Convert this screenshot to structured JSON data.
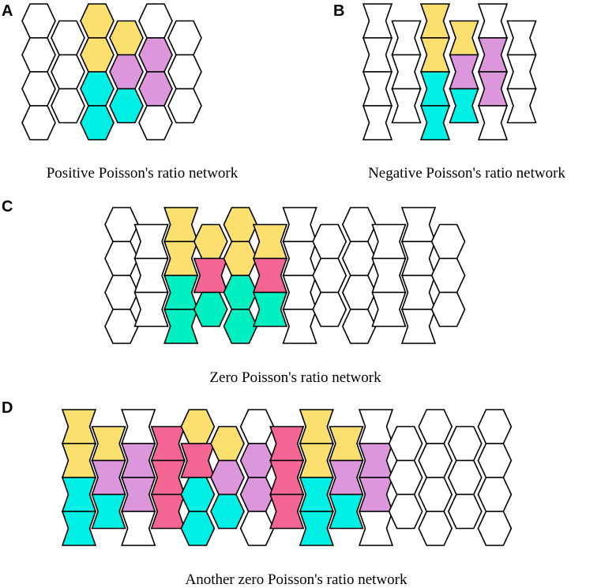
{
  "colors": {
    "white": "#ffffff",
    "yellow": "#fbe06f",
    "purple": "#dc97dc",
    "cyan": "#00f0e6",
    "pink": "#f36592",
    "teal": "#00f0c2",
    "stroke": "#000000"
  },
  "panels": {
    "A": {
      "letter": "A",
      "caption": "Positive Poisson's ratio network",
      "cells": [
        {
          "col": 0,
          "row": 0,
          "shape": "hex",
          "fill": "white"
        },
        {
          "col": 0,
          "row": 1,
          "shape": "hex",
          "fill": "white"
        },
        {
          "col": 0,
          "row": 2,
          "shape": "hex",
          "fill": "white"
        },
        {
          "col": 0,
          "row": 3,
          "shape": "hex",
          "fill": "white"
        },
        {
          "col": 1,
          "row": 0,
          "shape": "hex",
          "fill": "white"
        },
        {
          "col": 1,
          "row": 1,
          "shape": "hex",
          "fill": "white"
        },
        {
          "col": 1,
          "row": 2,
          "shape": "hex",
          "fill": "white"
        },
        {
          "col": 2,
          "row": 0,
          "shape": "hex",
          "fill": "yellow"
        },
        {
          "col": 2,
          "row": 1,
          "shape": "hex",
          "fill": "yellow"
        },
        {
          "col": 2,
          "row": 2,
          "shape": "hex",
          "fill": "cyan"
        },
        {
          "col": 2,
          "row": 3,
          "shape": "hex",
          "fill": "cyan"
        },
        {
          "col": 3,
          "row": 0,
          "shape": "hex",
          "fill": "yellow"
        },
        {
          "col": 3,
          "row": 1,
          "shape": "hex",
          "fill": "purple"
        },
        {
          "col": 3,
          "row": 2,
          "shape": "hex",
          "fill": "cyan"
        },
        {
          "col": 4,
          "row": 0,
          "shape": "hex",
          "fill": "white"
        },
        {
          "col": 4,
          "row": 1,
          "shape": "hex",
          "fill": "purple"
        },
        {
          "col": 4,
          "row": 2,
          "shape": "hex",
          "fill": "purple"
        },
        {
          "col": 4,
          "row": 3,
          "shape": "hex",
          "fill": "white"
        },
        {
          "col": 5,
          "row": 0,
          "shape": "hex",
          "fill": "white"
        },
        {
          "col": 5,
          "row": 1,
          "shape": "hex",
          "fill": "white"
        },
        {
          "col": 5,
          "row": 2,
          "shape": "hex",
          "fill": "white"
        }
      ]
    },
    "B": {
      "letter": "B",
      "caption": "Negative Poisson's ratio network",
      "cells": [
        {
          "col": 0,
          "row": 0,
          "shape": "bowtie",
          "fill": "white"
        },
        {
          "col": 0,
          "row": 1,
          "shape": "bowtie",
          "fill": "white"
        },
        {
          "col": 0,
          "row": 2,
          "shape": "bowtie",
          "fill": "white"
        },
        {
          "col": 0,
          "row": 3,
          "shape": "bowtie",
          "fill": "white"
        },
        {
          "col": 1,
          "row": 0,
          "shape": "bowtie",
          "fill": "white"
        },
        {
          "col": 1,
          "row": 1,
          "shape": "bowtie",
          "fill": "white"
        },
        {
          "col": 1,
          "row": 2,
          "shape": "bowtie",
          "fill": "white"
        },
        {
          "col": 2,
          "row": 0,
          "shape": "bowtie",
          "fill": "yellow"
        },
        {
          "col": 2,
          "row": 1,
          "shape": "bowtie",
          "fill": "yellow"
        },
        {
          "col": 2,
          "row": 2,
          "shape": "bowtie",
          "fill": "cyan"
        },
        {
          "col": 2,
          "row": 3,
          "shape": "bowtie",
          "fill": "cyan"
        },
        {
          "col": 3,
          "row": 0,
          "shape": "bowtie",
          "fill": "yellow"
        },
        {
          "col": 3,
          "row": 1,
          "shape": "bowtie",
          "fill": "purple"
        },
        {
          "col": 3,
          "row": 2,
          "shape": "bowtie",
          "fill": "cyan"
        },
        {
          "col": 4,
          "row": 0,
          "shape": "bowtie",
          "fill": "white"
        },
        {
          "col": 4,
          "row": 1,
          "shape": "bowtie",
          "fill": "purple"
        },
        {
          "col": 4,
          "row": 2,
          "shape": "bowtie",
          "fill": "purple"
        },
        {
          "col": 4,
          "row": 3,
          "shape": "bowtie",
          "fill": "white"
        },
        {
          "col": 5,
          "row": 0,
          "shape": "bowtie",
          "fill": "white"
        },
        {
          "col": 5,
          "row": 1,
          "shape": "bowtie",
          "fill": "white"
        },
        {
          "col": 5,
          "row": 2,
          "shape": "bowtie",
          "fill": "white"
        }
      ]
    },
    "C": {
      "letter": "C",
      "caption": "Zero Poisson's ratio network",
      "cells": [
        {
          "col": 0,
          "row": 0,
          "shape": "hex",
          "fill": "white"
        },
        {
          "col": 0,
          "row": 1,
          "shape": "hex",
          "fill": "white"
        },
        {
          "col": 0,
          "row": 2,
          "shape": "hex",
          "fill": "white"
        },
        {
          "col": 0,
          "row": 3,
          "shape": "hex",
          "fill": "white"
        },
        {
          "col": 1,
          "row": 0,
          "shape": "bowtie",
          "fill": "white"
        },
        {
          "col": 1,
          "row": 1,
          "shape": "bowtie",
          "fill": "white"
        },
        {
          "col": 1,
          "row": 2,
          "shape": "bowtie",
          "fill": "white"
        },
        {
          "col": 2,
          "row": 0,
          "shape": "bowtie",
          "fill": "yellow"
        },
        {
          "col": 2,
          "row": 1,
          "shape": "bowtie",
          "fill": "yellow"
        },
        {
          "col": 2,
          "row": 2,
          "shape": "bowtie",
          "fill": "teal"
        },
        {
          "col": 2,
          "row": 3,
          "shape": "bowtie",
          "fill": "teal"
        },
        {
          "col": 3,
          "row": 0,
          "shape": "hex",
          "fill": "yellow"
        },
        {
          "col": 3,
          "row": 1,
          "shape": "bowtie",
          "fill": "pink"
        },
        {
          "col": 3,
          "row": 2,
          "shape": "hex",
          "fill": "teal"
        },
        {
          "col": 4,
          "row": 0,
          "shape": "hex",
          "fill": "yellow"
        },
        {
          "col": 4,
          "row": 1,
          "shape": "hex",
          "fill": "yellow"
        },
        {
          "col": 4,
          "row": 2,
          "shape": "hex",
          "fill": "teal"
        },
        {
          "col": 4,
          "row": 3,
          "shape": "hex",
          "fill": "teal"
        },
        {
          "col": 5,
          "row": 0,
          "shape": "bowtie",
          "fill": "yellow"
        },
        {
          "col": 5,
          "row": 1,
          "shape": "bowtie",
          "fill": "pink"
        },
        {
          "col": 5,
          "row": 2,
          "shape": "bowtie",
          "fill": "teal"
        },
        {
          "col": 6,
          "row": 0,
          "shape": "bowtie",
          "fill": "white"
        },
        {
          "col": 6,
          "row": 1,
          "shape": "bowtie",
          "fill": "white"
        },
        {
          "col": 6,
          "row": 2,
          "shape": "bowtie",
          "fill": "white"
        },
        {
          "col": 6,
          "row": 3,
          "shape": "bowtie",
          "fill": "white"
        },
        {
          "col": 7,
          "row": 0,
          "shape": "hex",
          "fill": "white"
        },
        {
          "col": 7,
          "row": 1,
          "shape": "hex",
          "fill": "white"
        },
        {
          "col": 7,
          "row": 2,
          "shape": "hex",
          "fill": "white"
        },
        {
          "col": 8,
          "row": 0,
          "shape": "hex",
          "fill": "white"
        },
        {
          "col": 8,
          "row": 1,
          "shape": "hex",
          "fill": "white"
        },
        {
          "col": 8,
          "row": 2,
          "shape": "hex",
          "fill": "white"
        },
        {
          "col": 8,
          "row": 3,
          "shape": "hex",
          "fill": "white"
        },
        {
          "col": 9,
          "row": 0,
          "shape": "bowtie",
          "fill": "white"
        },
        {
          "col": 9,
          "row": 1,
          "shape": "bowtie",
          "fill": "white"
        },
        {
          "col": 9,
          "row": 2,
          "shape": "bowtie",
          "fill": "white"
        },
        {
          "col": 10,
          "row": 0,
          "shape": "bowtie",
          "fill": "white"
        },
        {
          "col": 10,
          "row": 1,
          "shape": "bowtie",
          "fill": "white"
        },
        {
          "col": 10,
          "row": 2,
          "shape": "bowtie",
          "fill": "white"
        },
        {
          "col": 10,
          "row": 3,
          "shape": "bowtie",
          "fill": "white"
        },
        {
          "col": 11,
          "row": 0,
          "shape": "hex",
          "fill": "white"
        },
        {
          "col": 11,
          "row": 1,
          "shape": "hex",
          "fill": "white"
        },
        {
          "col": 11,
          "row": 2,
          "shape": "hex",
          "fill": "white"
        }
      ]
    },
    "D": {
      "letter": "D",
      "caption": "Another zero Poisson's ratio network",
      "cells": [
        {
          "col": 0,
          "row": 0,
          "shape": "bowtie",
          "fill": "yellow"
        },
        {
          "col": 0,
          "row": 1,
          "shape": "bowtie",
          "fill": "yellow"
        },
        {
          "col": 0,
          "row": 2,
          "shape": "bowtie",
          "fill": "cyan"
        },
        {
          "col": 0,
          "row": 3,
          "shape": "bowtie",
          "fill": "cyan"
        },
        {
          "col": 1,
          "row": 0,
          "shape": "bowtie",
          "fill": "yellow"
        },
        {
          "col": 1,
          "row": 1,
          "shape": "bowtie",
          "fill": "purple"
        },
        {
          "col": 1,
          "row": 2,
          "shape": "bowtie",
          "fill": "cyan"
        },
        {
          "col": 2,
          "row": 0,
          "shape": "bowtie",
          "fill": "white"
        },
        {
          "col": 2,
          "row": 1,
          "shape": "bowtie",
          "fill": "purple"
        },
        {
          "col": 2,
          "row": 2,
          "shape": "bowtie",
          "fill": "purple"
        },
        {
          "col": 2,
          "row": 3,
          "shape": "bowtie",
          "fill": "white"
        },
        {
          "col": 3,
          "row": 0,
          "shape": "bowtie",
          "fill": "pink"
        },
        {
          "col": 3,
          "row": 1,
          "shape": "bowtie",
          "fill": "pink"
        },
        {
          "col": 3,
          "row": 2,
          "shape": "bowtie",
          "fill": "pink"
        },
        {
          "col": 4,
          "row": 0,
          "shape": "hex",
          "fill": "yellow"
        },
        {
          "col": 4,
          "row": 1,
          "shape": "bowtie",
          "fill": "pink"
        },
        {
          "col": 4,
          "row": 2,
          "shape": "hex",
          "fill": "cyan"
        },
        {
          "col": 4,
          "row": 3,
          "shape": "hex",
          "fill": "cyan"
        },
        {
          "col": 5,
          "row": 0,
          "shape": "hex",
          "fill": "yellow"
        },
        {
          "col": 5,
          "row": 1,
          "shape": "hex",
          "fill": "purple"
        },
        {
          "col": 5,
          "row": 2,
          "shape": "hex",
          "fill": "cyan"
        },
        {
          "col": 6,
          "row": 0,
          "shape": "hex",
          "fill": "white"
        },
        {
          "col": 6,
          "row": 1,
          "shape": "hex",
          "fill": "purple"
        },
        {
          "col": 6,
          "row": 2,
          "shape": "hex",
          "fill": "purple"
        },
        {
          "col": 6,
          "row": 3,
          "shape": "hex",
          "fill": "white"
        },
        {
          "col": 7,
          "row": 0,
          "shape": "bowtie",
          "fill": "pink"
        },
        {
          "col": 7,
          "row": 1,
          "shape": "bowtie",
          "fill": "pink"
        },
        {
          "col": 7,
          "row": 2,
          "shape": "bowtie",
          "fill": "pink"
        },
        {
          "col": 8,
          "row": 0,
          "shape": "bowtie",
          "fill": "yellow"
        },
        {
          "col": 8,
          "row": 1,
          "shape": "bowtie",
          "fill": "yellow"
        },
        {
          "col": 8,
          "row": 2,
          "shape": "bowtie",
          "fill": "cyan"
        },
        {
          "col": 8,
          "row": 3,
          "shape": "bowtie",
          "fill": "cyan"
        },
        {
          "col": 9,
          "row": 0,
          "shape": "bowtie",
          "fill": "yellow"
        },
        {
          "col": 9,
          "row": 1,
          "shape": "bowtie",
          "fill": "purple"
        },
        {
          "col": 9,
          "row": 2,
          "shape": "bowtie",
          "fill": "cyan"
        },
        {
          "col": 10,
          "row": 0,
          "shape": "bowtie",
          "fill": "white"
        },
        {
          "col": 10,
          "row": 1,
          "shape": "bowtie",
          "fill": "purple"
        },
        {
          "col": 10,
          "row": 2,
          "shape": "bowtie",
          "fill": "purple"
        },
        {
          "col": 10,
          "row": 3,
          "shape": "bowtie",
          "fill": "white"
        },
        {
          "col": 11,
          "row": 0,
          "shape": "hex",
          "fill": "white"
        },
        {
          "col": 11,
          "row": 1,
          "shape": "hex",
          "fill": "white"
        },
        {
          "col": 11,
          "row": 2,
          "shape": "hex",
          "fill": "white"
        },
        {
          "col": 12,
          "row": 0,
          "shape": "hex",
          "fill": "white"
        },
        {
          "col": 12,
          "row": 1,
          "shape": "hex",
          "fill": "white"
        },
        {
          "col": 12,
          "row": 2,
          "shape": "hex",
          "fill": "white"
        },
        {
          "col": 12,
          "row": 3,
          "shape": "hex",
          "fill": "white"
        },
        {
          "col": 13,
          "row": 0,
          "shape": "hex",
          "fill": "white"
        },
        {
          "col": 13,
          "row": 1,
          "shape": "hex",
          "fill": "white"
        },
        {
          "col": 13,
          "row": 2,
          "shape": "hex",
          "fill": "white"
        },
        {
          "col": 14,
          "row": 0,
          "shape": "hex",
          "fill": "white"
        },
        {
          "col": 14,
          "row": 1,
          "shape": "hex",
          "fill": "white"
        },
        {
          "col": 14,
          "row": 2,
          "shape": "hex",
          "fill": "white"
        },
        {
          "col": 14,
          "row": 3,
          "shape": "hex",
          "fill": "white"
        }
      ]
    }
  }
}
